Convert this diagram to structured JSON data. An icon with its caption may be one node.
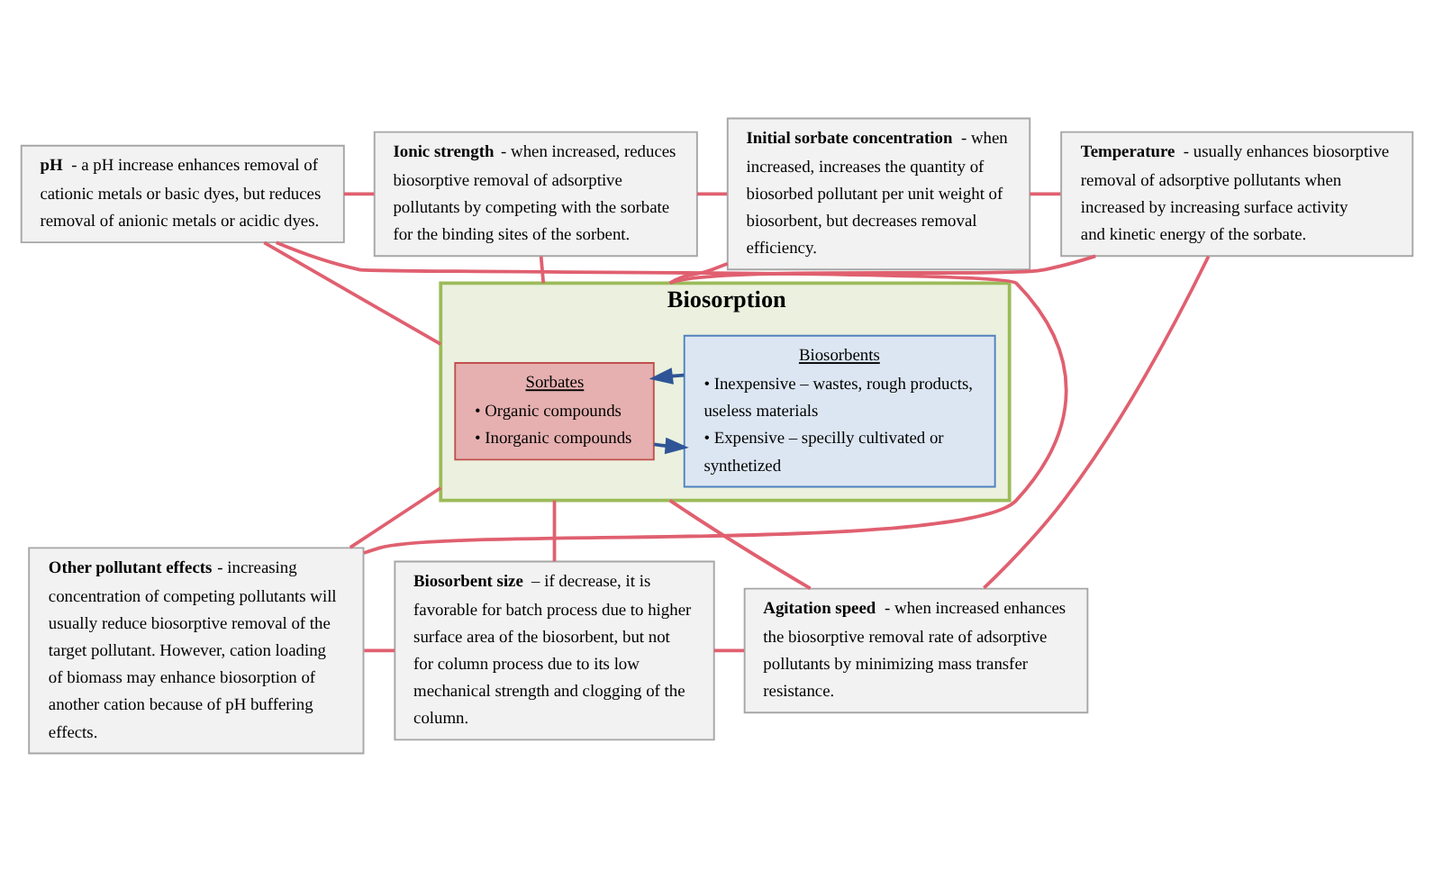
{
  "diagram": {
    "nodes": [
      {
        "text": [
          "**pH** - a pH increase enhances removal of cationic metals or basic dyes, but reduces removal of anionic metals or acidic dyes."
        ]
      },
      {
        "text": [
          "**Ionic strength** - when increased, reduces biosorptive removal of adsorptive pollutants by competing with the sorbate for the binding sites of the sorbent."
        ]
      },
      {
        "text": [
          "**Initial sorbate concentration** - when increased, increases the quantity of biosorbed pollutant per unit weight of biosorbent, but decreases removal efficiency."
        ]
      },
      {
        "text": [
          "**Temperature** - usually enhances biosorptive removal of adsorptive pollutants when increased by increasing surface activity and kinetic energy of the sorbate."
        ]
      },
      {
        "text": [
          "Biosorption"
        ]
      },
      {
        "text": [
          "Sorbates",
          "• Organic compounds",
          "• Inorganic compounds"
        ],
        "in": 4
      },
      {
        "text": [
          "Biosorbents",
          "• Inexpensive – wastes, rough products, useless materials",
          "• Expensive – specilly cultivated or synthetized"
        ],
        "in": 4
      },
      {
        "text": [
          "**Other pollutant effects** - increasing concentration of competing pollutants will usually reduce biosorptive removal of the target pollutant. However, cation loading of biomass may enhance biosorption of another cation because of pH buffering effects."
        ]
      },
      {
        "text": [
          "**Biosorbent size** – if decrease, it is favorable for batch process due to higher surface area of the biosorbent, but not for column process due to its low mechanical strength and clogging of the column."
        ]
      },
      {
        "text": [
          "**Agitation speed** - when increased enhances the biosorptive removal rate of adsorptive pollutants by minimizing mass transfer resistance."
        ]
      }
    ],
    "edges": [
      {
        "from": 0,
        "to": 4,
        "arrow": "none"
      },
      {
        "from": 1,
        "to": 4,
        "arrow": "none"
      },
      {
        "from": 2,
        "to": 4,
        "arrow": "none"
      },
      {
        "from": 3,
        "to": 4,
        "arrow": "none"
      },
      {
        "from": 5,
        "to": 6,
        "arrow": "to",
        "color": "#2f5597"
      },
      {
        "from": 6,
        "to": 5,
        "arrow": "to",
        "color": "#2f5597"
      },
      {
        "from": 4,
        "to": 7,
        "arrow": "none"
      },
      {
        "from": 4,
        "to": 8,
        "arrow": "none"
      },
      {
        "from": 4,
        "to": 9,
        "arrow": "none"
      },
      {
        "from": 0,
        "to": 1,
        "arrow": "none"
      },
      {
        "from": 1,
        "to": 2,
        "arrow": "none"
      },
      {
        "from": 2,
        "to": 3,
        "arrow": "none"
      },
      {
        "from": 7,
        "to": 8,
        "arrow": "none"
      },
      {
        "from": 8,
        "to": 9,
        "arrow": "none"
      },
      {
        "from": 0,
        "to": 7,
        "arrow": "none"
      },
      {
        "from": 3,
        "to": 9,
        "arrow": "none"
      }
    ]
  }
}
